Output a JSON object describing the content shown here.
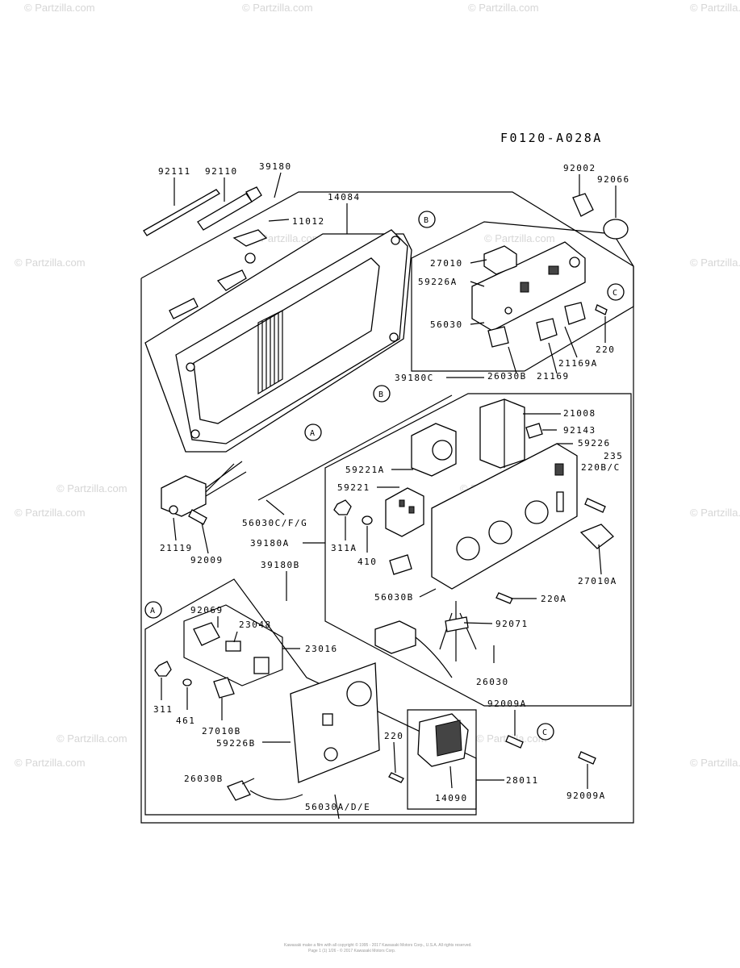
{
  "diagram_code": "F0120-A028A",
  "watermark": "© Partzilla.com",
  "footer": {
    "line1": "Kawasaki make a film with all copyright © 1995 - 2017 Kawasaki Motors Corp., U.S.A. All rights reserved.",
    "line2": "Page 1 (1) 1/26 - © 2017 Kawasaki Motors Corp."
  },
  "callouts": {
    "A": "A",
    "B": "B",
    "C": "C"
  },
  "parts": {
    "p92111": "92111",
    "p92110": "92110",
    "p39180": "39180",
    "p14084": "14084",
    "p11012": "11012",
    "p92002": "92002",
    "p92066": "92066",
    "p27010": "27010",
    "p59226A": "59226A",
    "p56030": "56030",
    "p220": "220",
    "p21169A": "21169A",
    "p26030B": "26030B",
    "p21169": "21169",
    "p39180C": "39180C",
    "p21008": "21008",
    "p92143": "92143",
    "p59226": "59226",
    "p235": "235",
    "p220BC": "220B/C",
    "p59221A": "59221A",
    "p59221": "59221",
    "p56030CFG": "56030C/F/G",
    "p21119": "21119",
    "p92009": "92009",
    "p39180A": "39180A",
    "p311A": "311A",
    "p410": "410",
    "p27010A": "27010A",
    "p39180B": "39180B",
    "p56030B": "56030B",
    "p220A": "220A",
    "p92069": "92069",
    "p23048": "23048",
    "p23016": "23016",
    "p92071": "92071",
    "p26030": "26030",
    "p311": "311",
    "p461": "461",
    "p27010B": "27010B",
    "p59226B": "59226B",
    "p92009A_top": "92009A",
    "p220_low": "220",
    "p28011": "28011",
    "p26030B_low": "26030B",
    "p14090": "14090",
    "p56030ADE": "56030A/D/E",
    "p92009A_bottom": "92009A"
  }
}
